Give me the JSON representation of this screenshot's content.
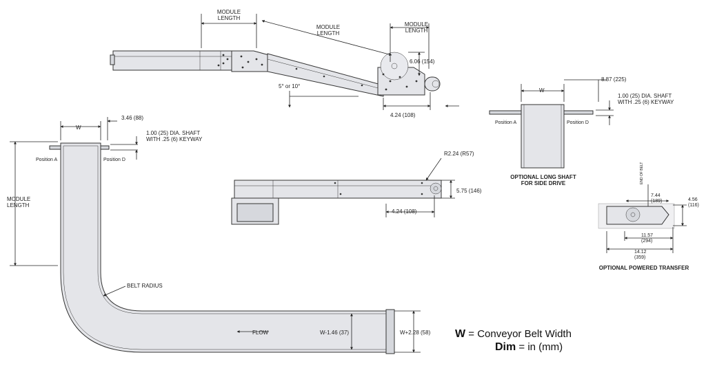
{
  "labels": {
    "module_length": "MODULE\nLENGTH",
    "module_length_inline": "MODULE\nLENGTH",
    "dim_606": "6.06 (154)",
    "dim_424_top": "4.24 (108)",
    "angle": "5° or 10°",
    "dim_887": "8.87 (225)",
    "w": "W",
    "shaft_text": "1.00 (25) DIA. SHAFT\nWITH .25 (6) KEYWAY",
    "position_a": "Position A",
    "position_d": "Position D",
    "optional_long_shaft": "OPTIONAL LONG SHAFT\nFOR SIDE DRIVE",
    "dim_346": "3.46 (88)",
    "r224": "R2.24 (R57)",
    "dim_575": "5.75 (146)",
    "dim_424_mid": "4.24 (108)",
    "end_of_belt": "END OF BELT",
    "dim_744": "7.44\n(189)",
    "dim_456": "4.56\n(116)",
    "dim_1157": "11.57\n(294)",
    "dim_1412": "14.12\n(359)",
    "optional_powered_transfer": "OPTIONAL POWERED TRANSFER",
    "belt_radius": "BELT RADIUS",
    "flow": "FLOW",
    "w_minus": "W-1.46 (37)",
    "w_plus": "W+2.28 (58)"
  },
  "legend": {
    "w_symbol": "W",
    "w_text": " = Conveyor Belt Width",
    "dim_symbol": "Dim",
    "dim_text": " = in (mm)"
  }
}
